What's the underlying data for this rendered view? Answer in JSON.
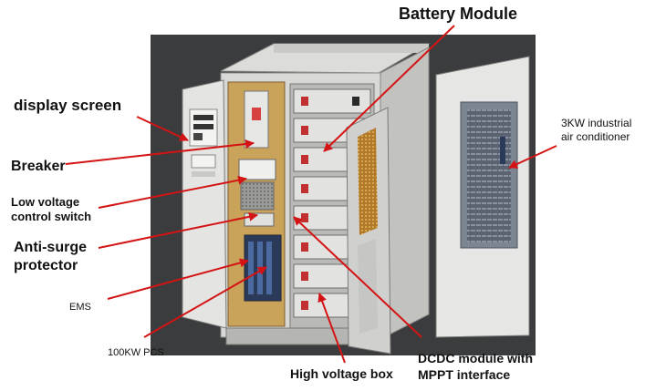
{
  "labels": {
    "battery_module": "Battery Module",
    "display_screen": "display screen",
    "breaker": "Breaker",
    "low_voltage_line1": "Low voltage",
    "low_voltage_line2": "control switch",
    "anti_surge_line1": "Anti-surge",
    "anti_surge_line2": "protector",
    "ems": "EMS",
    "pcs": "100KW PCS",
    "high_voltage_box": "High voltage  box",
    "dcdc_line1": "DCDC module with",
    "dcdc_line2": "MPPT interface",
    "air_conditioner_line1": "3KW industrial",
    "air_conditioner_line2": "air conditioner"
  },
  "colors": {
    "arrow": "#d41414",
    "background_panel": "#3a3c3e",
    "cabinet": "#e8e8e6",
    "cabinet_shadow": "#b9b9b6",
    "text": "#111111"
  }
}
